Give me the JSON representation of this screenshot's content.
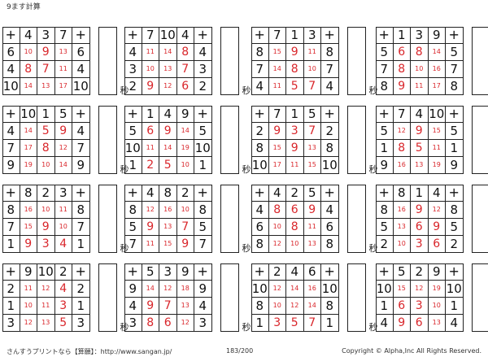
{
  "header": {
    "title": "9ます計算"
  },
  "labels": {
    "seconds": "秒"
  },
  "colors": {
    "answer": "#d9262b",
    "ink": "#111111"
  },
  "problems": [
    {
      "op": "+",
      "top": [
        4,
        3,
        7
      ],
      "left": [
        6,
        4,
        10
      ],
      "answers": [
        [
          10,
          9,
          13
        ],
        [
          8,
          7,
          11
        ],
        [
          14,
          13,
          17
        ]
      ]
    },
    {
      "op": "+",
      "top": [
        7,
        10,
        4
      ],
      "left": [
        4,
        3,
        2
      ],
      "answers": [
        [
          11,
          14,
          8
        ],
        [
          10,
          13,
          7
        ],
        [
          9,
          12,
          6
        ]
      ]
    },
    {
      "op": "+",
      "top": [
        7,
        1,
        3
      ],
      "left": [
        8,
        7,
        4
      ],
      "answers": [
        [
          15,
          9,
          11
        ],
        [
          14,
          8,
          10
        ],
        [
          11,
          5,
          7
        ]
      ]
    },
    {
      "op": "+",
      "top": [
        1,
        3,
        9
      ],
      "left": [
        5,
        7,
        8
      ],
      "answers": [
        [
          6,
          8,
          14
        ],
        [
          8,
          10,
          16
        ],
        [
          9,
          11,
          17
        ]
      ]
    },
    {
      "op": "+",
      "top": [
        10,
        1,
        5
      ],
      "left": [
        4,
        7,
        9
      ],
      "answers": [
        [
          14,
          5,
          9
        ],
        [
          17,
          8,
          12
        ],
        [
          19,
          10,
          14
        ]
      ]
    },
    {
      "op": "+",
      "top": [
        1,
        4,
        9
      ],
      "left": [
        5,
        10,
        1
      ],
      "answers": [
        [
          6,
          9,
          14
        ],
        [
          11,
          14,
          19
        ],
        [
          2,
          5,
          10
        ]
      ]
    },
    {
      "op": "+",
      "top": [
        7,
        1,
        5
      ],
      "left": [
        2,
        8,
        10
      ],
      "answers": [
        [
          9,
          3,
          7
        ],
        [
          15,
          9,
          13
        ],
        [
          17,
          11,
          15
        ]
      ]
    },
    {
      "op": "+",
      "top": [
        7,
        4,
        10
      ],
      "left": [
        5,
        1,
        9
      ],
      "answers": [
        [
          12,
          9,
          15
        ],
        [
          8,
          5,
          11
        ],
        [
          16,
          13,
          19
        ]
      ]
    },
    {
      "op": "+",
      "top": [
        8,
        2,
        3
      ],
      "left": [
        8,
        7,
        1
      ],
      "answers": [
        [
          16,
          10,
          11
        ],
        [
          15,
          9,
          10
        ],
        [
          9,
          3,
          4
        ]
      ]
    },
    {
      "op": "+",
      "top": [
        4,
        8,
        2
      ],
      "left": [
        8,
        5,
        7
      ],
      "answers": [
        [
          12,
          16,
          10
        ],
        [
          9,
          13,
          7
        ],
        [
          11,
          15,
          9
        ]
      ]
    },
    {
      "op": "+",
      "top": [
        4,
        2,
        5
      ],
      "left": [
        4,
        6,
        8
      ],
      "answers": [
        [
          8,
          6,
          9
        ],
        [
          10,
          8,
          11
        ],
        [
          12,
          10,
          13
        ]
      ]
    },
    {
      "op": "+",
      "top": [
        8,
        1,
        4
      ],
      "left": [
        8,
        5,
        2
      ],
      "answers": [
        [
          16,
          9,
          12
        ],
        [
          13,
          6,
          9
        ],
        [
          10,
          3,
          6
        ]
      ]
    },
    {
      "op": "+",
      "top": [
        9,
        10,
        2
      ],
      "left": [
        2,
        1,
        3
      ],
      "answers": [
        [
          11,
          12,
          4
        ],
        [
          10,
          11,
          3
        ],
        [
          12,
          13,
          5
        ]
      ]
    },
    {
      "op": "+",
      "top": [
        5,
        3,
        9
      ],
      "left": [
        9,
        4,
        3
      ],
      "answers": [
        [
          14,
          12,
          18
        ],
        [
          9,
          7,
          13
        ],
        [
          8,
          6,
          12
        ]
      ]
    },
    {
      "op": "+",
      "top": [
        2,
        4,
        6
      ],
      "left": [
        10,
        8,
        1
      ],
      "answers": [
        [
          12,
          14,
          16
        ],
        [
          10,
          12,
          14
        ],
        [
          3,
          5,
          7
        ]
      ]
    },
    {
      "op": "+",
      "top": [
        5,
        2,
        9
      ],
      "left": [
        10,
        1,
        4
      ],
      "answers": [
        [
          15,
          12,
          19
        ],
        [
          6,
          3,
          10
        ],
        [
          9,
          6,
          13
        ]
      ]
    }
  ],
  "footer": {
    "left": "さんすうプリントなら【算願】：http://www.sangan.jp/",
    "page": "183/200",
    "right": "Copyright © Alpha,Inc All Rights Reserved."
  }
}
